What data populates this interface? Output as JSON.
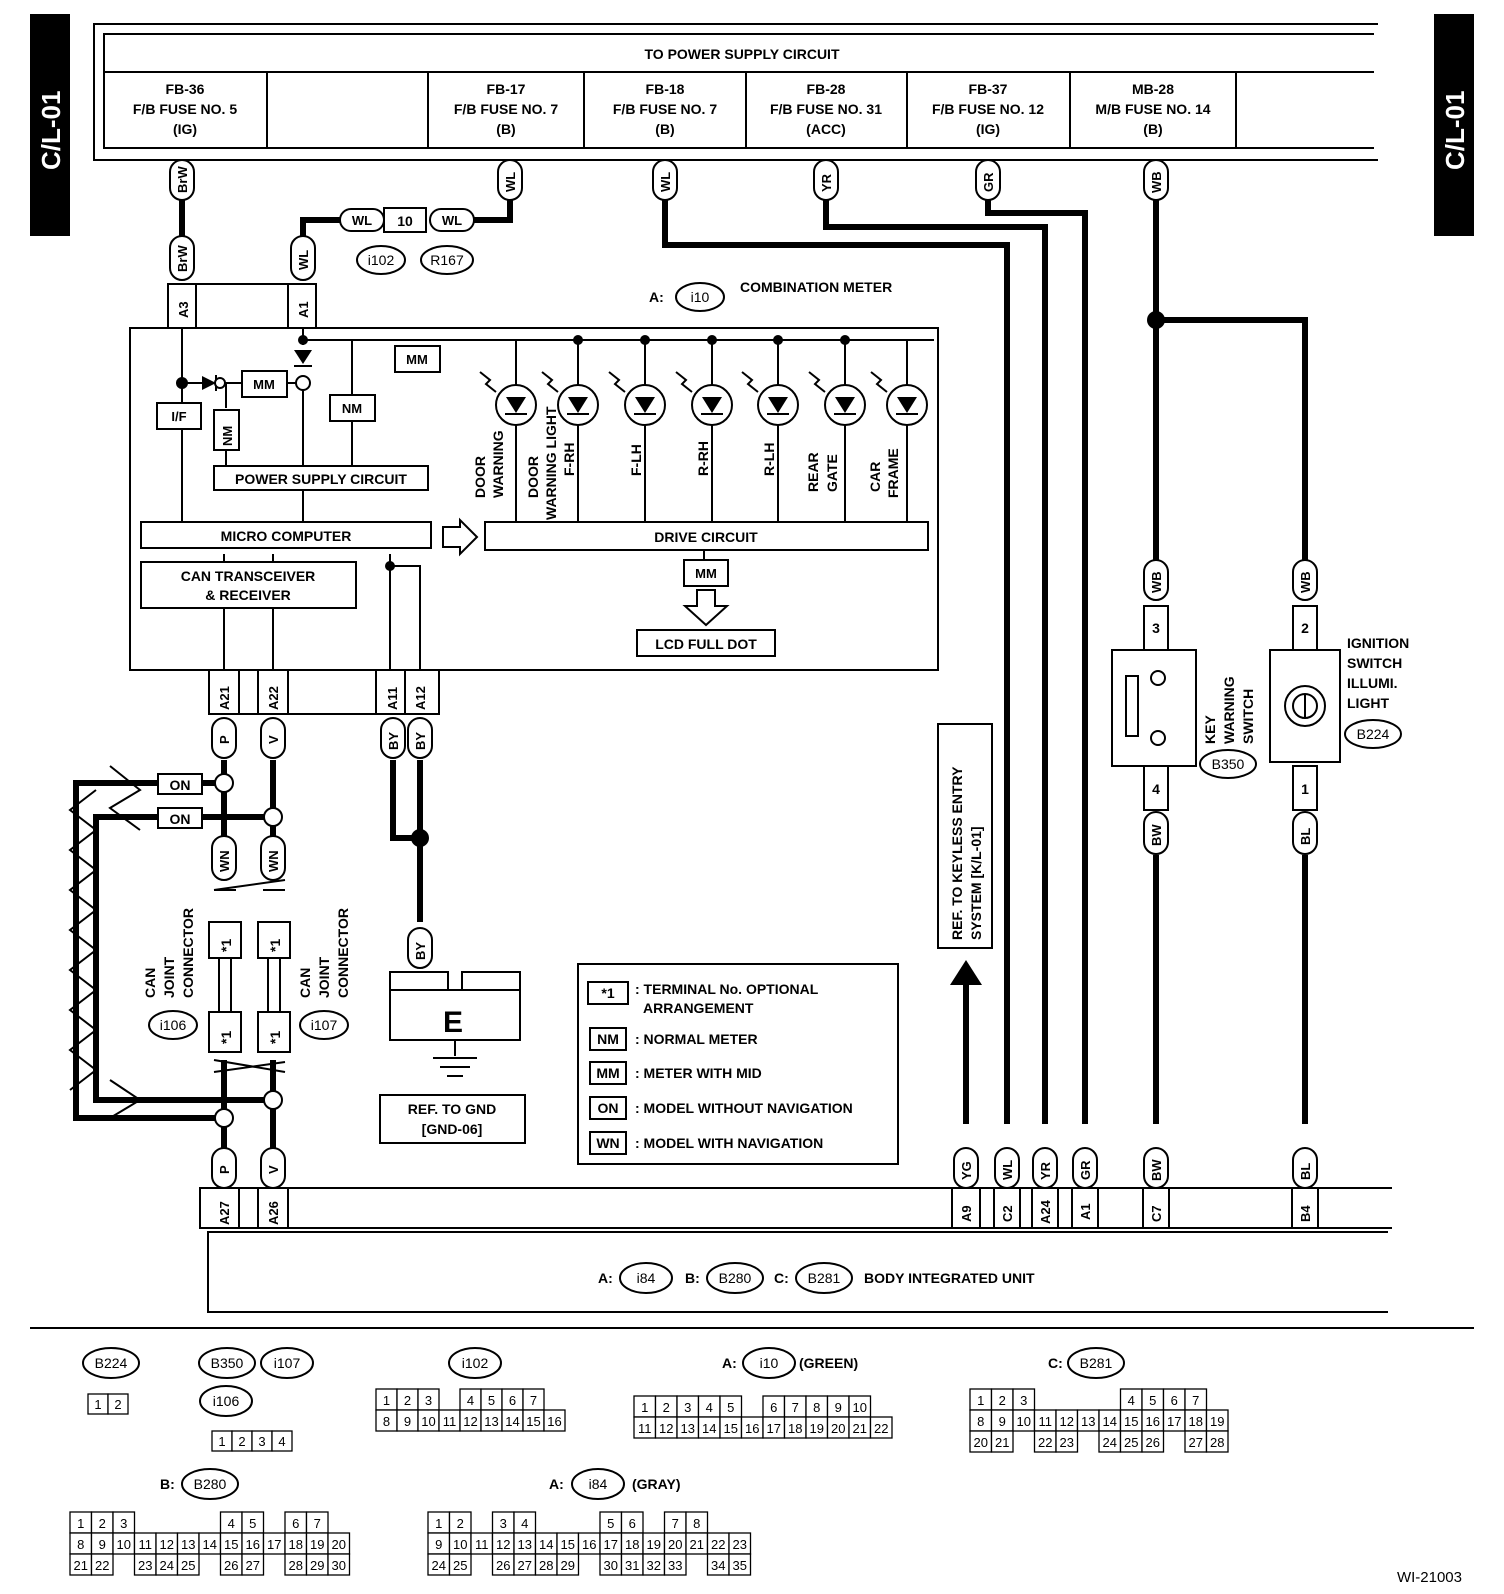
{
  "page_ref": "C/L-01",
  "figure_id": "WI-21003",
  "power_supply": {
    "title": "TO POWER SUPPLY CIRCUIT",
    "fuses": [
      {
        "code": "FB-36",
        "name": "F/B FUSE NO. 5",
        "mode": "(IG)"
      },
      {
        "code": "",
        "name": "",
        "mode": ""
      },
      {
        "code": "FB-17",
        "name": "F/B FUSE NO. 7",
        "mode": "(B)"
      },
      {
        "code": "FB-18",
        "name": "F/B FUSE NO. 7",
        "mode": "(B)"
      },
      {
        "code": "FB-28",
        "name": "F/B FUSE NO. 31",
        "mode": "(ACC)"
      },
      {
        "code": "FB-37",
        "name": "F/B FUSE NO. 12",
        "mode": "(IG)"
      },
      {
        "code": "MB-28",
        "name": "M/B FUSE NO. 14",
        "mode": "(B)"
      }
    ]
  },
  "wire_colors": {
    "brw": "BrW",
    "wl": "WL",
    "yr": "YR",
    "gr": "GR",
    "wb": "WB",
    "bw": "BW",
    "bl": "BL",
    "by": "BY",
    "yg": "YG",
    "p": "P",
    "v": "V",
    "wn": "WN"
  },
  "inline_connector": {
    "ref1": "i102",
    "ref2": "R167",
    "pin": "10"
  },
  "meter": {
    "prefix": "A:",
    "connector": "i10",
    "name": "COMBINATION METER",
    "terminals": [
      "A3",
      "A1",
      "A21",
      "A22",
      "A11",
      "A12"
    ],
    "blocks": {
      "if": "I/F",
      "nm": "NM",
      "mm": "MM",
      "power_supply": "POWER SUPPLY CIRCUIT",
      "micro": "MICRO COMPUTER",
      "can": [
        "CAN TRANSCEIVER",
        "& RECEIVER"
      ],
      "drive": "DRIVE CIRCUIT",
      "lcd": "LCD FULL DOT"
    },
    "lamps": [
      [
        "DOOR",
        "WARNING"
      ],
      [
        "DOOR",
        "WARNING LIGHT",
        "F-RH"
      ],
      [
        "F-LH"
      ],
      [
        "R-RH"
      ],
      [
        "R-LH"
      ],
      [
        "REAR",
        "GATE"
      ],
      [
        "CAR",
        "FRAME"
      ]
    ]
  },
  "can_joint": {
    "label": [
      "CAN",
      "JOINT",
      "CONNECTOR"
    ],
    "left_ref": "i106",
    "right_ref": "i107",
    "terminal": "*1",
    "on": "ON"
  },
  "ground": {
    "symbol": "E",
    "ref": [
      "REF. TO GND",
      "[GND-06]"
    ]
  },
  "keyless_ref": [
    "REF. TO KEYLESS ENTRY",
    "SYSTEM [K/L-01]"
  ],
  "key_switch": {
    "name": [
      "KEY",
      "WARNING",
      "SWITCH"
    ],
    "ref": "B350",
    "pins": [
      "3",
      "4"
    ]
  },
  "illumi": {
    "name": [
      "IGNITION",
      "SWITCH",
      "ILLUMI.",
      "LIGHT"
    ],
    "ref": "B224",
    "pins": [
      "2",
      "1"
    ]
  },
  "legend": [
    {
      "sym": "*1",
      "text": [
        ": TERMINAL No. OPTIONAL",
        "ARRANGEMENT"
      ]
    },
    {
      "sym": "NM",
      "text": [
        ": NORMAL METER"
      ]
    },
    {
      "sym": "MM",
      "text": [
        ": METER WITH MID"
      ]
    },
    {
      "sym": "ON",
      "text": [
        ": MODEL WITHOUT NAVIGATION"
      ]
    },
    {
      "sym": "WN",
      "text": [
        ": MODEL WITH NAVIGATION"
      ]
    }
  ],
  "body_unit": {
    "name": "BODY INTEGRATED UNIT",
    "refs": [
      {
        "p": "A:",
        "c": "i84"
      },
      {
        "p": "B:",
        "c": "B280"
      },
      {
        "p": "C:",
        "c": "B281"
      }
    ],
    "terminals": [
      "A27",
      "A26",
      "A9",
      "C2",
      "A24",
      "A1",
      "C7",
      "B4"
    ]
  },
  "connector_views": {
    "b224": {
      "ref": "B224",
      "pins": [
        "1",
        "2"
      ]
    },
    "b350": {
      "refs": [
        "B350",
        "i107",
        "i106"
      ],
      "pins": [
        "1",
        "2",
        "3",
        "4"
      ]
    },
    "i102": {
      "ref": "i102",
      "row1": [
        "1",
        "2",
        "3",
        "",
        "4",
        "5",
        "6",
        "7"
      ],
      "row2": [
        "8",
        "9",
        "10",
        "11",
        "12",
        "13",
        "14",
        "15",
        "16"
      ]
    },
    "i10": {
      "prefix": "A:",
      "ref": "i10",
      "suffix": "(GREEN)",
      "row1": [
        "1",
        "2",
        "3",
        "4",
        "5",
        "",
        "6",
        "7",
        "8",
        "9",
        "10"
      ],
      "row2": [
        "11",
        "12",
        "13",
        "14",
        "15",
        "16",
        "17",
        "18",
        "19",
        "20",
        "21",
        "22"
      ]
    },
    "b281": {
      "prefix": "C:",
      "ref": "B281",
      "row1": [
        "1",
        "2",
        "3",
        "",
        "",
        "",
        "",
        "4",
        "5",
        "6",
        "7"
      ],
      "row2": [
        "8",
        "9",
        "10",
        "11",
        "12",
        "13",
        "14",
        "15",
        "16",
        "17",
        "18",
        "19"
      ],
      "row3": [
        "20",
        "21",
        "",
        "22",
        "23",
        "",
        "24",
        "25",
        "26",
        "",
        "27",
        "28"
      ]
    },
    "b280": {
      "prefix": "B:",
      "ref": "B280",
      "row1": [
        "1",
        "2",
        "3",
        "",
        "",
        "",
        "",
        "4",
        "5",
        "",
        "6",
        "7"
      ],
      "row2": [
        "8",
        "9",
        "10",
        "11",
        "12",
        "13",
        "14",
        "15",
        "16",
        "17",
        "18",
        "19",
        "20"
      ],
      "row3": [
        "21",
        "22",
        "",
        "23",
        "24",
        "25",
        "",
        "26",
        "27",
        "",
        "28",
        "29",
        "30"
      ]
    },
    "i84": {
      "prefix": "A:",
      "ref": "i84",
      "suffix": "(GRAY)",
      "row1": [
        "1",
        "2",
        "",
        "3",
        "4",
        "",
        "",
        "",
        "5",
        "6",
        "",
        "7",
        "8"
      ],
      "row2": [
        "9",
        "10",
        "11",
        "12",
        "13",
        "14",
        "15",
        "16",
        "17",
        "18",
        "19",
        "20",
        "21",
        "22",
        "23"
      ],
      "row3": [
        "24",
        "25",
        "",
        "26",
        "27",
        "28",
        "29",
        "",
        "30",
        "31",
        "32",
        "33",
        "",
        "34",
        "35"
      ]
    }
  }
}
